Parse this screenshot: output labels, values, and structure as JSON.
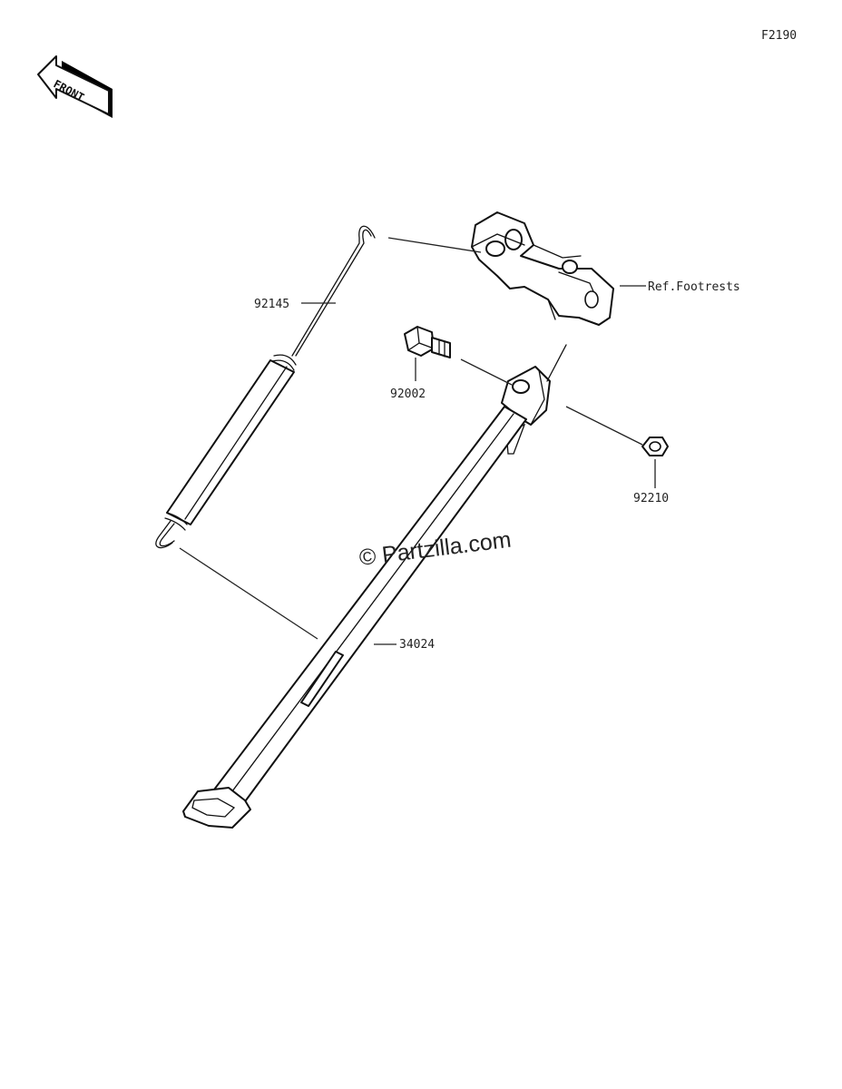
{
  "diagram_code": "F2190",
  "front_indicator": "FRONT",
  "watermark": "© Partzilla.com",
  "labels": {
    "spring": "92145",
    "bolt": "92002",
    "nut": "92210",
    "side_stand": "34024",
    "reference": "Ref.Footrests"
  },
  "colors": {
    "line": "#111111",
    "background": "#ffffff"
  }
}
